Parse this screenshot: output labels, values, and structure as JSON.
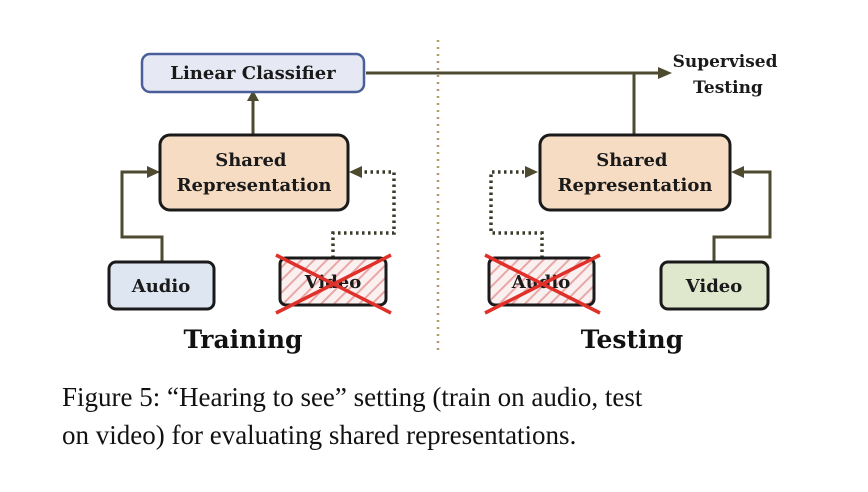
{
  "diagram": {
    "linear_classifier": "Linear Classifier",
    "supervised_testing": [
      "Supervised",
      "Testing"
    ],
    "training": {
      "shared_representation": [
        "Shared",
        "Representation"
      ],
      "audio": "Audio",
      "video": "Video",
      "label": "Training"
    },
    "testing": {
      "shared_representation": [
        "Shared",
        "Representation"
      ],
      "audio": "Audio",
      "video": "Video",
      "label": "Testing"
    }
  },
  "caption": {
    "line1": "Figure 5:  “Hearing to see” setting (train on audio, test",
    "line2": "on video) for evaluating shared representations."
  },
  "colors": {
    "arrow": "#4d4a30",
    "dotted": "#3a3a2a",
    "classifier_fill": "#e6e8f4",
    "classifier_stroke": "#4a5f9a",
    "shared_fill": "#f7dcc4",
    "audio_fill": "#dde6f1",
    "video_fill": "#dfe8cc",
    "cross": "#e0302a",
    "hatch": "#e9a7a7",
    "divider": "#b39b68"
  }
}
